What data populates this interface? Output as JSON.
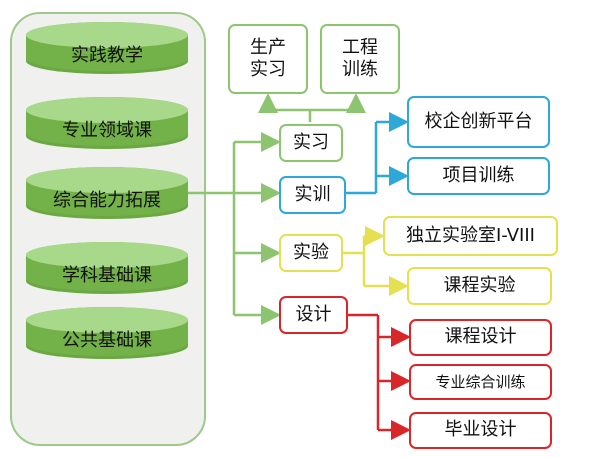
{
  "left_panel": {
    "items": [
      "实践教学",
      "专业领域课",
      "综合能力拓展",
      "学科基础课",
      "公共基础课"
    ]
  },
  "top_boxes": [
    "生产实习",
    "工程训练"
  ],
  "mid_boxes": {
    "internship": "实习",
    "training": "实训",
    "experiment": "实验",
    "design": "设计"
  },
  "training_children": [
    "校企创新平台",
    "项目训练"
  ],
  "experiment_children": [
    "独立实验室I-VIII",
    "课程实验"
  ],
  "design_children": [
    "课程设计",
    "专业综合训练",
    "毕业设计"
  ],
  "colors": {
    "green": "#8dc46f",
    "blue": "#2ea8d8",
    "yellow": "#e5df52",
    "red": "#d8262b",
    "cylinder": "#72b248"
  }
}
